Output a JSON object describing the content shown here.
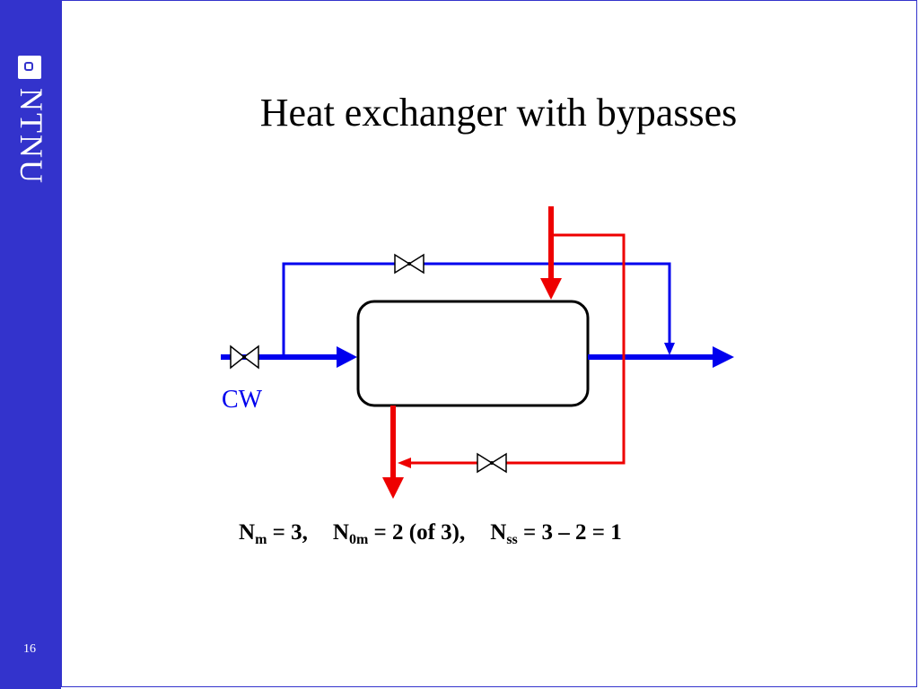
{
  "logo": {
    "text": "NTNU"
  },
  "slide": {
    "title": "Heat exchanger with bypasses",
    "page_number": "16"
  },
  "diagram": {
    "cw_label": "CW",
    "cold_stream_color": "#0000ee",
    "hot_stream_color": "#ee0000"
  },
  "formula": {
    "nm_base": "N",
    "nm_sub": "m",
    "nm_rest": " = 3,",
    "n0m_base": "N",
    "n0m_sub": "0m",
    "n0m_rest": " = 2  (of 3),",
    "nss_base": "N",
    "nss_sub": "ss",
    "nss_rest": " = 3 – 2 = 1"
  }
}
